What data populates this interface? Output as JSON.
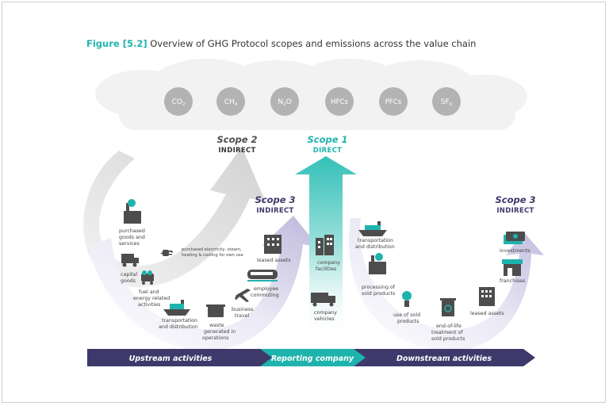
{
  "figure": {
    "number": "Figure [5.2]",
    "title": "Overview of GHG Protocol scopes and emissions across the value chain"
  },
  "gases": [
    {
      "base": "CO",
      "sub": "2"
    },
    {
      "base": "CH",
      "sub": "4"
    },
    {
      "base": "N",
      "sub": "2",
      "tail": "O"
    },
    {
      "base": "HFCs",
      "sub": ""
    },
    {
      "base": "PFCs",
      "sub": ""
    },
    {
      "base": "SF",
      "sub": "6"
    }
  ],
  "scopes": {
    "scope2": {
      "name": "Scope 2",
      "type": "INDIRECT"
    },
    "scope1": {
      "name": "Scope 1",
      "type": "DIRECT"
    },
    "scope3_up": {
      "name": "Scope 3",
      "type": "INDIRECT"
    },
    "scope3_down": {
      "name": "Scope 3",
      "type": "INDIRECT"
    }
  },
  "labels": {
    "purchased_goods": [
      "purchased",
      "goods and",
      "services"
    ],
    "capital_goods": [
      "capital",
      "goods"
    ],
    "fuel_energy": [
      "fuel and",
      "energy related",
      "activities"
    ],
    "transport_up": [
      "transportation",
      "and distribution"
    ],
    "waste": [
      "waste",
      "generated in",
      "operations"
    ],
    "business_travel": [
      "business",
      "travel"
    ],
    "employee_commuting": [
      "employee",
      "commuting"
    ],
    "leased_assets_up": [
      "leased assets"
    ],
    "purchased_electricity": [
      "purchased electricity, steam,",
      "heating & cooling for own use"
    ],
    "company_facilities": [
      "company",
      "facilities"
    ],
    "company_vehicles": [
      "company",
      "vehicles"
    ],
    "transport_down": [
      "transportation",
      "and distribution"
    ],
    "processing": [
      "processing of",
      "sold products"
    ],
    "use_sold": [
      "use of sold",
      "products"
    ],
    "end_of_life": [
      "end-of-life",
      "treatment of",
      "sold products"
    ],
    "leased_assets_down": [
      "leased assets"
    ],
    "franchises": [
      "franchises"
    ],
    "investments": [
      "investments"
    ]
  },
  "bands": {
    "upstream": "Upstream activities",
    "reporting": "Reporting company",
    "downstream": "Downstream activities"
  },
  "colors": {
    "teal": "#1fb3ad",
    "navy": "#3d3a6b",
    "lavender": "#cfcbe6",
    "grey_arrow": "#d6d6d6",
    "cloud": "#f2f2f2",
    "gas_circle": "#b3b3b3",
    "icon": "#4d4d4d"
  }
}
